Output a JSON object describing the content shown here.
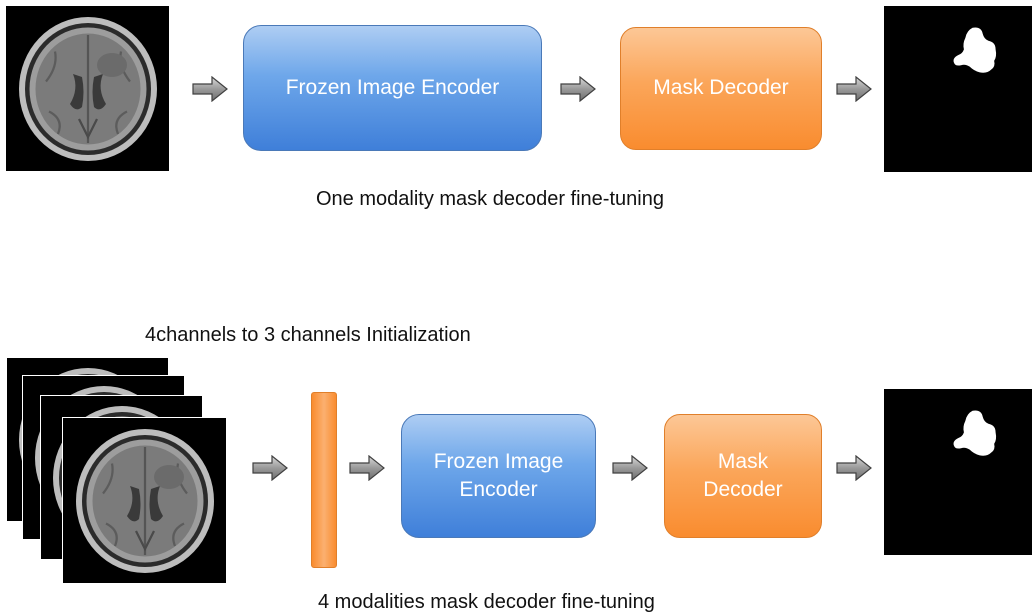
{
  "top_row": {
    "encoder_label": "Frozen Image Encoder",
    "decoder_label": "Mask Decoder",
    "caption": "One modality mask decoder fine-tuning"
  },
  "bottom_row": {
    "heading": "4channels to 3 channels Initialization",
    "encoder_label_line1": "Frozen Image",
    "encoder_label_line2": "Encoder",
    "decoder_label_line1": "Mask",
    "decoder_label_line2": "Decoder",
    "caption": "4 modalities mask decoder fine-tuning"
  },
  "colors": {
    "encoder_blue": "#4f8de0",
    "decoder_orange": "#f9963f",
    "arrow_gray": "#8c8c8c",
    "background": "#ffffff"
  },
  "icons": {
    "input": "brain-mri-icon",
    "output": "segmentation-mask-icon",
    "arrow": "right-arrow-icon"
  }
}
